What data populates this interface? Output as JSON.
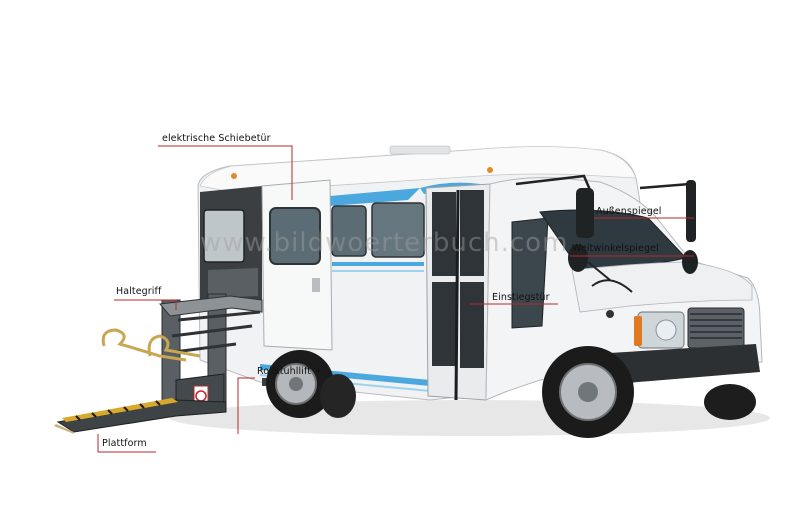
{
  "watermark": "www.bildwoerterbuch.com",
  "labels": {
    "sliding_door": "elektrische Schiebetür",
    "grab_handle": "Haltegriff",
    "wheelchair_lift": "Rollstuhllift +",
    "platform": "Plattform",
    "exterior_mirror": "Außenspiegel",
    "wide_angle_mirror": "Weitwinkelspiegel",
    "entrance_door": "Einstiegstür"
  },
  "colors": {
    "leader_line": "#b52a2a",
    "body": "#f4f5f6",
    "stripe": "#4aa8df",
    "tire": "#1b1b1b"
  }
}
